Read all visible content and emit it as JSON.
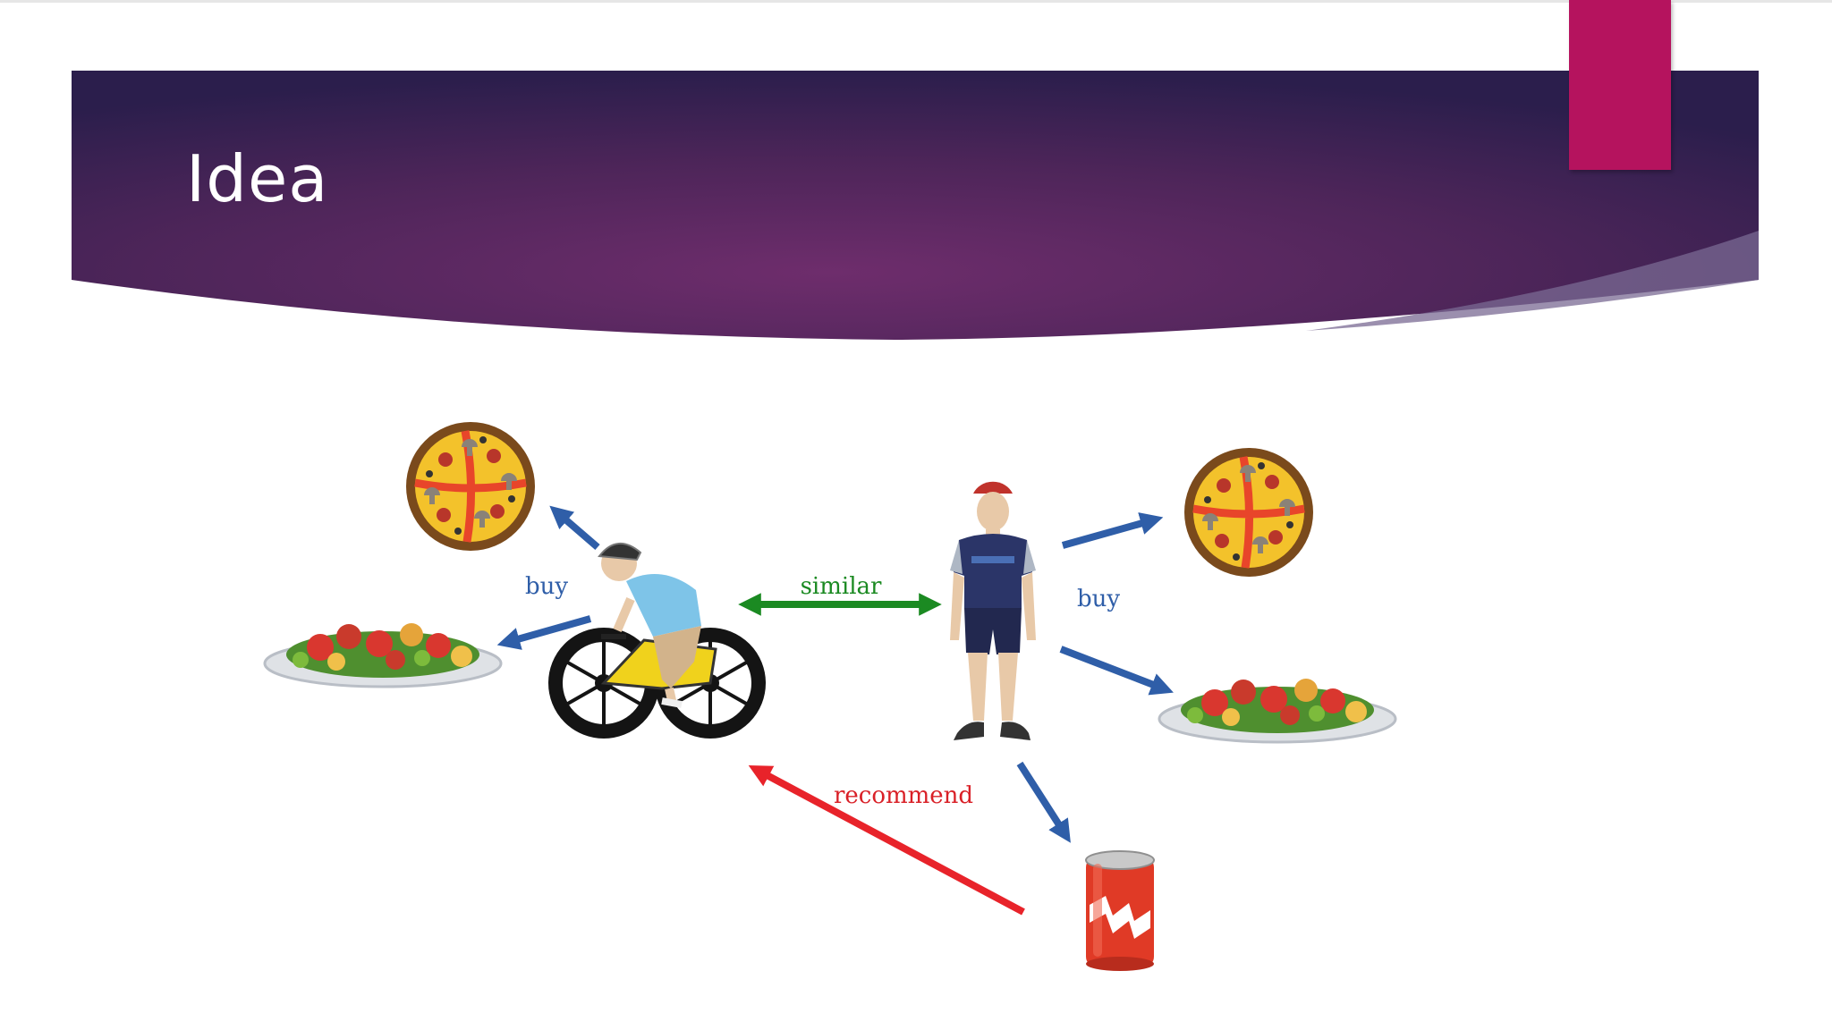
{
  "slide": {
    "title": "Idea",
    "accent_color": "#b5135e",
    "header_colors": [
      "#6a2c6b",
      "#2c1f4e"
    ]
  },
  "diagram": {
    "labels": {
      "buy_left": "buy",
      "buy_right": "buy",
      "similar": "similar",
      "recommend": "recommend"
    },
    "colors": {
      "buy_arrow": "#2f5ea8",
      "similar_arrow": "#1b8a22",
      "recommend_arrow": "#e8232a",
      "buy_text": "#2f5ea8",
      "similar_text": "#1b8a22",
      "recommend_text": "#d92027"
    },
    "icons": [
      "cyclist-icon",
      "standing-cyclist-icon",
      "pizza-icon",
      "salad-icon",
      "soda-can-icon"
    ]
  }
}
